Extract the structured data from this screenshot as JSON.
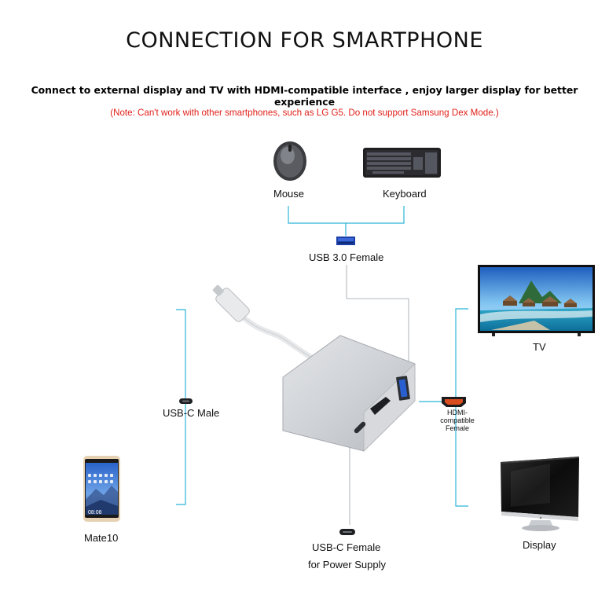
{
  "title": "CONNECTION FOR SMARTPHONE",
  "subtitle": "Connect to external display and TV with HDMI-compatible interface , enjoy larger display for better experience",
  "note": "(Note: Can't work with other smartphones, such as LG G5. Do not support Samsung Dex Mode.)",
  "labels": {
    "mouse": "Mouse",
    "keyboard": "Keyboard",
    "usb3": "USB 3.0 Female",
    "tv": "TV",
    "usbc_male": "USB-C Male",
    "hdmi_line1": "HDMI-",
    "hdmi_line2": "compatible",
    "hdmi_line3": "Female",
    "mate10": "Mate10",
    "usbc_female": "USB-C Female",
    "power_supply": "for Power Supply",
    "display": "Display"
  },
  "phone_time": "08:08",
  "colors": {
    "connector_line": "#2bb4d8",
    "note_text": "#e0201a",
    "hub_body": "#c9ccd0"
  }
}
